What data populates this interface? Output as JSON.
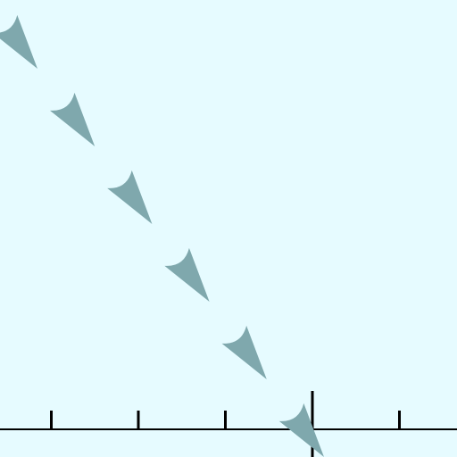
{
  "colors": {
    "background": "#e6fbff",
    "axis": "#000000",
    "marker": "#7fa8ad"
  },
  "diagram": {
    "axes": {
      "x_ticks": [
        -3,
        -2,
        -1,
        0,
        1
      ],
      "origin": 0
    },
    "markers": {
      "shape": "arrowhead",
      "count": 6,
      "direction": "down-right"
    }
  }
}
